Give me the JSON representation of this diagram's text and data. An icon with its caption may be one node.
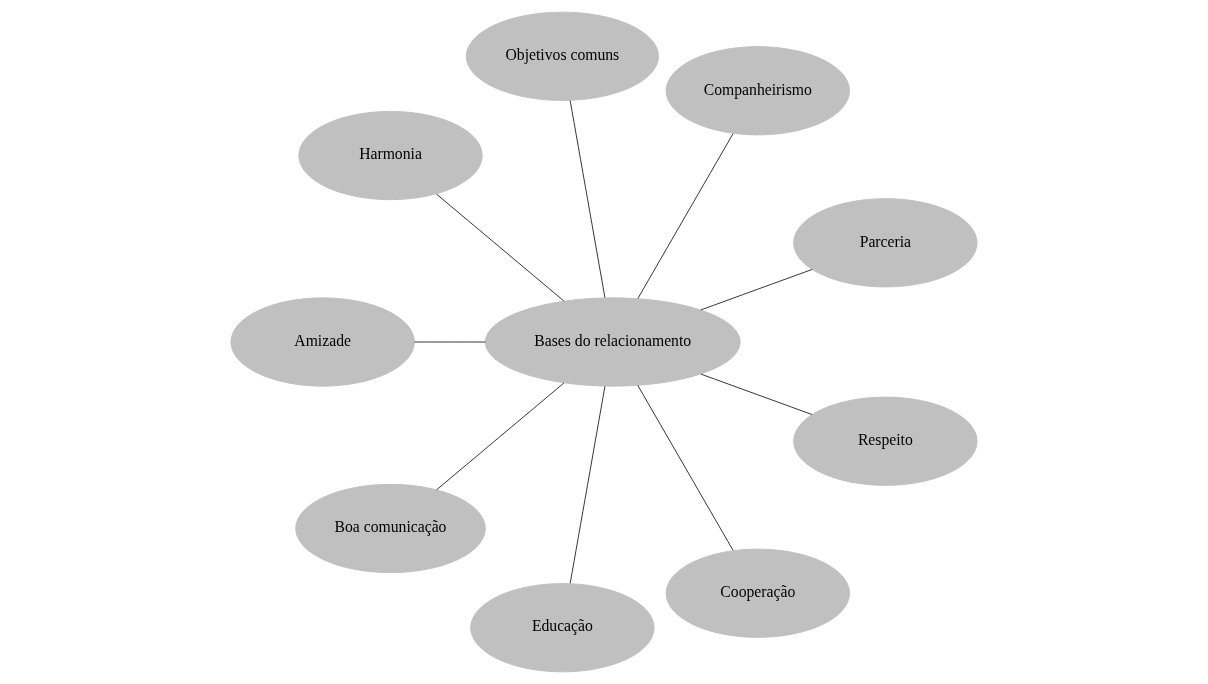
{
  "diagram": {
    "nodes": [
      {
        "text": [
          "Parceria"
        ]
      },
      {
        "text": [
          "Companheirismo"
        ]
      },
      {
        "text": [
          "Objetivos comuns"
        ]
      },
      {
        "text": [
          "Harmonia"
        ]
      },
      {
        "text": [
          "Amizade"
        ]
      },
      {
        "text": [
          "Bases do relacionamento"
        ]
      },
      {
        "text": [
          "Boa comunicação"
        ]
      },
      {
        "text": [
          "Educação"
        ]
      },
      {
        "text": [
          "Cooperação"
        ]
      },
      {
        "text": [
          "Respeito"
        ]
      }
    ],
    "edges": [
      {
        "from": 5,
        "to": 0,
        "arrow": "none"
      },
      {
        "from": 5,
        "to": 2,
        "arrow": "none"
      },
      {
        "from": 5,
        "to": 3,
        "arrow": "none"
      },
      {
        "from": 5,
        "to": 6,
        "arrow": "none"
      },
      {
        "from": 5,
        "to": 8,
        "arrow": "none"
      },
      {
        "from": 5,
        "to": 9,
        "arrow": "none"
      },
      {
        "from": 5,
        "to": 7,
        "arrow": "none"
      },
      {
        "from": 5,
        "to": 4,
        "arrow": "none"
      },
      {
        "from": 5,
        "to": 1,
        "arrow": "none"
      }
    ]
  }
}
